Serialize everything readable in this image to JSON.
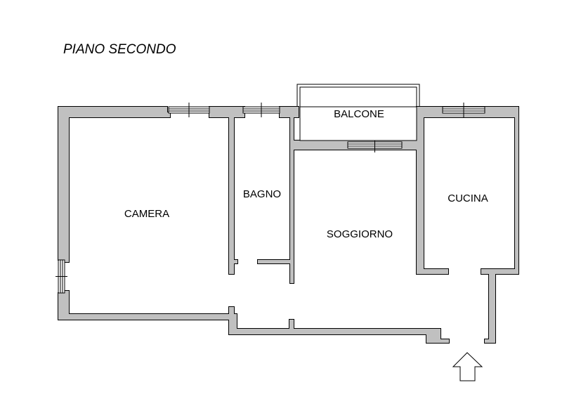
{
  "title": "PIANO SECONDO",
  "rooms": {
    "camera": "CAMERA",
    "bagno": "BAGNO",
    "balcone": "BALCONE",
    "soggiorno": "SOGGIORNO",
    "cucina": "CUCINA"
  },
  "colors": {
    "wall": "#c0c0c0",
    "line": "#000000"
  },
  "icons": {
    "entrance": "arrow-up-outline"
  }
}
